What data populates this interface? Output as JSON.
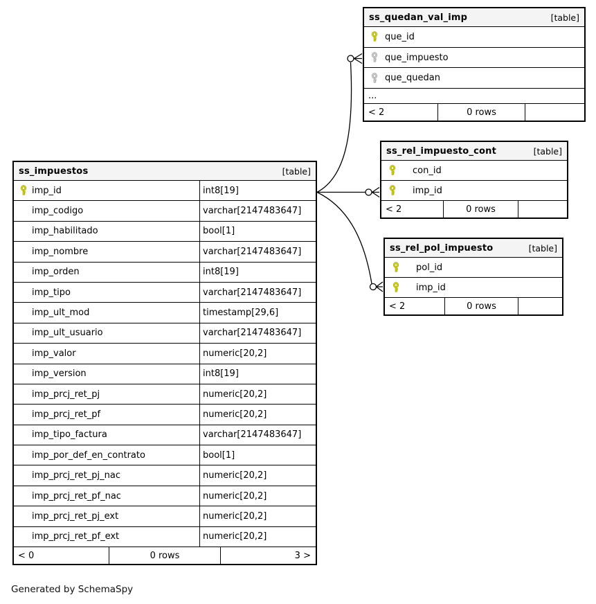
{
  "note": "Generated by SchemaSpy",
  "colors": {
    "header_bg": "#f4f4f4",
    "border": "#000000",
    "primary_key_bright": "#e0e000",
    "primary_key_dark": "#8a8a00",
    "foreign_key_bright": "#d2d2d2",
    "foreign_key_dark": "#909090"
  },
  "tables": [
    {
      "id": "main",
      "name": "ss_impuestos",
      "kind": "[table]",
      "show_types": true,
      "columns": [
        {
          "name": "imp_id",
          "type": "int8[19]",
          "key": "primary"
        },
        {
          "name": "imp_codigo",
          "type": "varchar[2147483647]",
          "key": ""
        },
        {
          "name": "imp_habilitado",
          "type": "bool[1]",
          "key": ""
        },
        {
          "name": "imp_nombre",
          "type": "varchar[2147483647]",
          "key": ""
        },
        {
          "name": "imp_orden",
          "type": "int8[19]",
          "key": ""
        },
        {
          "name": "imp_tipo",
          "type": "varchar[2147483647]",
          "key": ""
        },
        {
          "name": "imp_ult_mod",
          "type": "timestamp[29,6]",
          "key": ""
        },
        {
          "name": "imp_ult_usuario",
          "type": "varchar[2147483647]",
          "key": ""
        },
        {
          "name": "imp_valor",
          "type": "numeric[20,2]",
          "key": ""
        },
        {
          "name": "imp_version",
          "type": "int8[19]",
          "key": ""
        },
        {
          "name": "imp_prcj_ret_pj",
          "type": "numeric[20,2]",
          "key": ""
        },
        {
          "name": "imp_prcj_ret_pf",
          "type": "numeric[20,2]",
          "key": ""
        },
        {
          "name": "imp_tipo_factura",
          "type": "varchar[2147483647]",
          "key": ""
        },
        {
          "name": "imp_por_def_en_contrato",
          "type": "bool[1]",
          "key": ""
        },
        {
          "name": "imp_prcj_ret_pj_nac",
          "type": "numeric[20,2]",
          "key": ""
        },
        {
          "name": "imp_prcj_ret_pf_nac",
          "type": "numeric[20,2]",
          "key": ""
        },
        {
          "name": "imp_prcj_ret_pj_ext",
          "type": "numeric[20,2]",
          "key": ""
        },
        {
          "name": "imp_prcj_ret_pf_ext",
          "type": "numeric[20,2]",
          "key": ""
        }
      ],
      "footer": {
        "left": "< 0",
        "center": "0 rows",
        "right": "3 >"
      }
    },
    {
      "id": "quedan",
      "name": "ss_quedan_val_imp",
      "kind": "[table]",
      "show_types": false,
      "columns": [
        {
          "name": "que_id",
          "key": "primary"
        },
        {
          "name": "que_impuesto",
          "key": "foreign"
        },
        {
          "name": "que_quedan",
          "key": "foreign"
        },
        {
          "name": "...",
          "key": "ellipsis"
        }
      ],
      "footer": {
        "left": "< 2",
        "center": "0 rows",
        "right": ""
      }
    },
    {
      "id": "cont",
      "name": "ss_rel_impuesto_cont",
      "kind": "[table]",
      "show_types": false,
      "columns": [
        {
          "name": "con_id",
          "key": "primary"
        },
        {
          "name": "imp_id",
          "key": "primary"
        }
      ],
      "footer": {
        "left": "< 2",
        "center": "0 rows",
        "right": ""
      }
    },
    {
      "id": "pol",
      "name": "ss_rel_pol_impuesto",
      "kind": "[table]",
      "show_types": false,
      "columns": [
        {
          "name": "pol_id",
          "key": "primary"
        },
        {
          "name": "imp_id",
          "key": "primary"
        }
      ],
      "footer": {
        "left": "< 2",
        "center": "0 rows",
        "right": ""
      }
    }
  ],
  "relationships": [
    {
      "from": "ss_impuestos.imp_id",
      "to": "ss_quedan_val_imp.que_impuesto",
      "cardinality": "zero-or-many"
    },
    {
      "from": "ss_impuestos.imp_id",
      "to": "ss_rel_impuesto_cont.imp_id",
      "cardinality": "zero-or-many"
    },
    {
      "from": "ss_impuestos.imp_id",
      "to": "ss_rel_pol_impuesto.imp_id",
      "cardinality": "zero-or-many"
    }
  ]
}
